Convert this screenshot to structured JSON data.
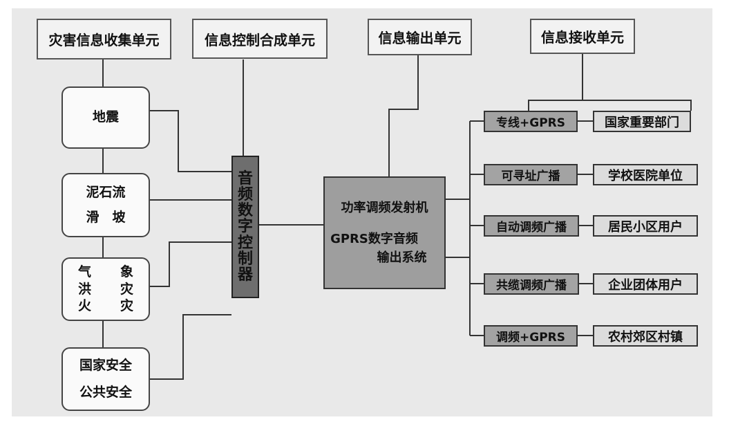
{
  "headers": {
    "collect": "灾害信息收集单元",
    "control": "信息控制合成单元",
    "output": "信息输出单元",
    "receive": "信息接收单元"
  },
  "sources": {
    "earthquake": "地震",
    "mudflow_1": "泥石流",
    "mudflow_2": "滑　坡",
    "weather_cells": [
      "气",
      "象",
      "洪",
      "灾",
      "火",
      "灾"
    ],
    "security_1": "国家安全",
    "security_2": "公共安全"
  },
  "controller": {
    "chars": [
      "音",
      "频",
      "数",
      "字",
      "控",
      "制",
      "器"
    ]
  },
  "transmitter": {
    "line1": "功率调频发射机",
    "line2": "GPRS数字音频",
    "line3": "输出系统"
  },
  "channels": [
    "专线+GPRS",
    "可寻址广播",
    "自动调频广播",
    "共缆调频广播",
    "调频+GPRS"
  ],
  "receivers": [
    "国家重要部门",
    "学校医院单位",
    "居民小区用户",
    "企业团体用户",
    "农村郊区村镇"
  ],
  "colors": {
    "background": "#e9e9e9",
    "controller_fill": "#6e6e6e",
    "transmitter_fill": "#9e9e9e",
    "channel_fill": "#a3a3a3",
    "receiver_fill": "#dcdcdc"
  }
}
